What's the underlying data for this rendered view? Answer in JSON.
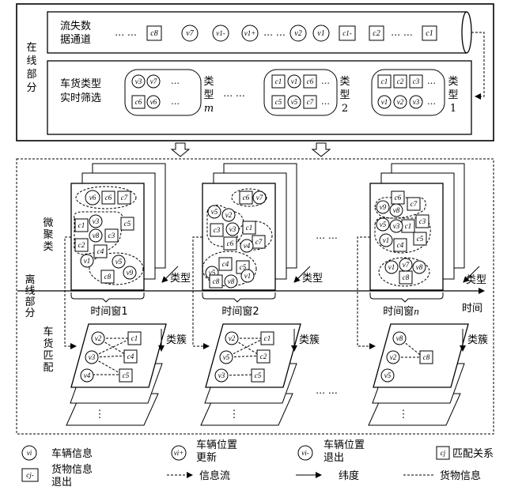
{
  "online": {
    "section_label": [
      "在",
      "线",
      "部",
      "分"
    ],
    "channel_label": [
      "流失数",
      "据通道"
    ],
    "channel_tokens": [
      "c8",
      "v7",
      "v1-",
      "v1+",
      "v2",
      "v1",
      "c1-",
      "c2",
      "c1"
    ],
    "filter_label": [
      "车货类型",
      "实时筛选"
    ],
    "type_labels": {
      "m": [
        "类",
        "型",
        "m"
      ],
      "t2": [
        "类",
        "型",
        "2"
      ],
      "t1": [
        "类",
        "型",
        "1"
      ]
    },
    "group_m_tokens": [
      "v3",
      "v7",
      "c6",
      "v6"
    ],
    "group_2_tokens": [
      "c1",
      "v1",
      "c6",
      "c5",
      "v5",
      "c7"
    ],
    "group_1_tokens": [
      "c1",
      "c2",
      "c3",
      "v1",
      "v2",
      "v3"
    ]
  },
  "offline": {
    "section_label": [
      "离",
      "线",
      "部",
      "分"
    ],
    "micro_cluster_label": [
      "微",
      "聚",
      "类"
    ],
    "matching_label": [
      "车",
      "货",
      "匹",
      "配"
    ],
    "type_axis_label": "类型",
    "time_axis_label": "时间",
    "cluster_axis_label": "类簇",
    "windows": [
      {
        "label": "时间窗1"
      },
      {
        "label": "时间窗2"
      },
      {
        "label": "时间窗",
        "label_n": "n"
      }
    ],
    "window1_tokens": [
      "v6",
      "c6",
      "c7",
      "c1",
      "v3",
      "c5",
      "c2",
      "v8",
      "c3",
      "c4",
      "v1",
      "v5",
      "v9",
      "c8"
    ],
    "window2_tokens": [
      "c6",
      "v7",
      "v5",
      "v2",
      "c3",
      "v3",
      "c6",
      "c1",
      "c7",
      "v4",
      "c4",
      "v5",
      "c5",
      "c8",
      "v8",
      "v1"
    ],
    "windown_tokens": [
      "c6",
      "c7",
      "v9",
      "v8",
      "v5",
      "c1",
      "v3",
      "c3",
      "v1",
      "c4",
      "c5",
      "v1",
      "v7",
      "v8",
      "c8"
    ],
    "match1_tokens": [
      "v2",
      "c1",
      "v3",
      "c4",
      "v4",
      "c5"
    ],
    "match2_tokens": [
      "v2",
      "c1",
      "v5",
      "c2",
      "v3",
      "c5"
    ],
    "matchn_tokens": [
      "v8",
      "v2",
      "c8",
      "v5"
    ],
    "ellipsis": "… …",
    "stack_ellipsis": "⋮"
  },
  "legend": [
    {
      "symbol": "vi",
      "label": [
        "车辆信息"
      ]
    },
    {
      "symbol": "vi+",
      "label": [
        "车辆位置",
        "更新"
      ]
    },
    {
      "symbol": "vi-",
      "label": [
        "车辆位置",
        "退出"
      ]
    },
    {
      "symbol": "cj",
      "label": [
        "匹配关系"
      ]
    },
    {
      "symbol": "cj-",
      "label": [
        "货物信息",
        "退出"
      ]
    },
    {
      "line": "dash-arrow",
      "label": [
        "信息流"
      ]
    },
    {
      "line": "solid-arrow",
      "label": [
        "纬度"
      ]
    },
    {
      "line": "dash",
      "label": [
        "货物信息"
      ]
    }
  ]
}
